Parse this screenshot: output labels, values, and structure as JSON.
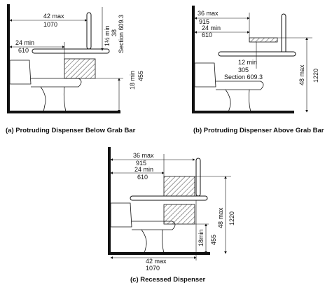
{
  "panels": {
    "a": {
      "caption": "(a) Protruding Dispenser Below Grab Bar",
      "dims": {
        "d42max": "42 max",
        "d1070": "1070",
        "d24min": "24 min",
        "d610": "610",
        "d1half": "1½ min",
        "d38": "38",
        "dsec": "Section 609.3",
        "d18min": "18 min",
        "d455": "455"
      }
    },
    "b": {
      "caption": "(b) Protruding Dispenser Above Grab Bar",
      "dims": {
        "d36max": "36 max",
        "d915": "915",
        "d24min": "24 min",
        "d610": "610",
        "d12min": "12 min",
        "d305": "305",
        "dsec": "Section 609.3",
        "d48max": "48 max",
        "d1220": "1220"
      }
    },
    "c": {
      "caption": "(c) Recessed Dispenser",
      "dims": {
        "d36max": "36 max",
        "d915": "915",
        "d24min": "24 min",
        "d610": "610",
        "d48max": "48 max",
        "d1220": "1220",
        "d18min": "18min",
        "d455": "455",
        "d42max": "42 max",
        "d1070": "1070"
      }
    }
  }
}
